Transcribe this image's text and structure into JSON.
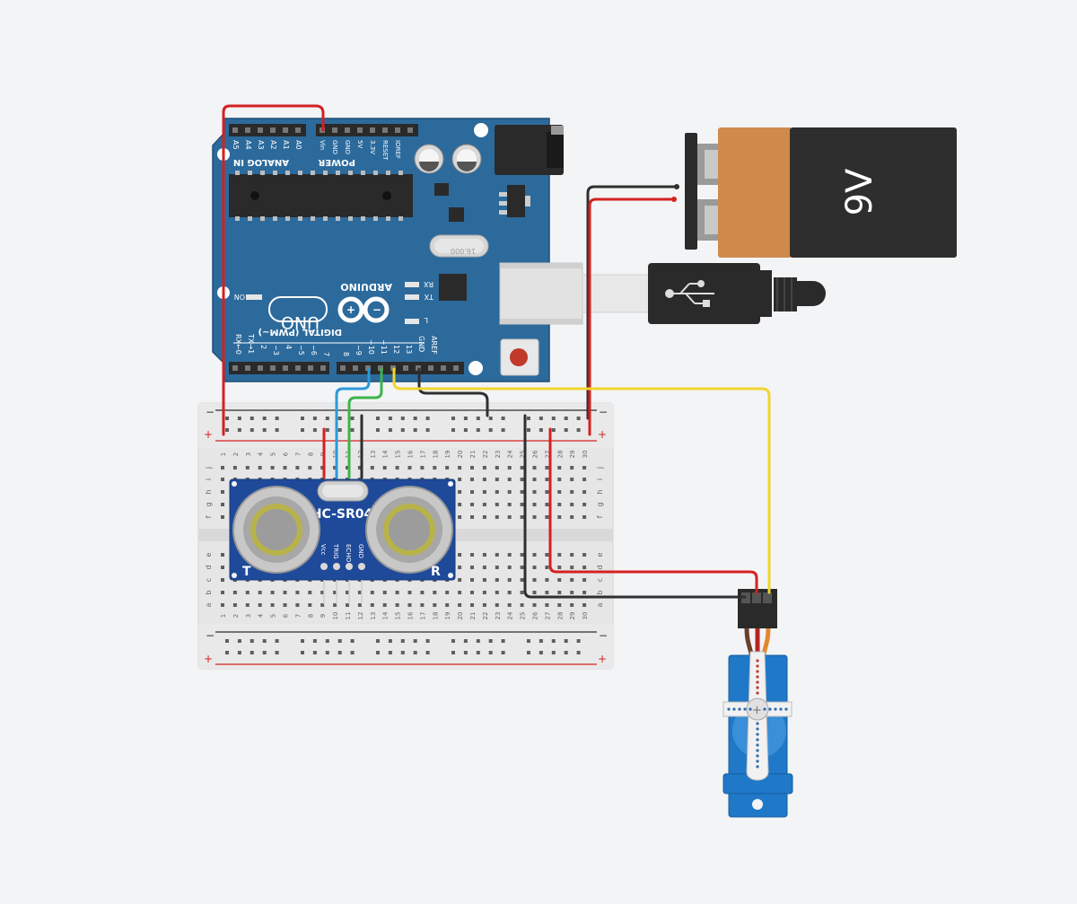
{
  "arduino": {
    "brand": "ARDUINO",
    "model": "UNO",
    "on_label": "ON",
    "rx_label": "RX",
    "tx_label": "TX",
    "l_label": "L",
    "analog_header": "ANALOG IN",
    "power_header": "POWER",
    "digital_header": "DIGITAL (PWM~)",
    "crystal_label": "16.000",
    "analog_pins": [
      "A5",
      "A4",
      "A3",
      "A2",
      "A1",
      "A0"
    ],
    "power_pins": [
      "Vin",
      "GND",
      "GND",
      "5V",
      "3.3V",
      "RESET",
      "IOREF"
    ],
    "digital_pins": [
      "RX←0",
      "TX→1",
      "2",
      "~3",
      "4",
      "~5",
      "~6",
      "7",
      "8",
      "~9",
      "~10",
      "~11",
      "12",
      "13",
      "GND",
      "AREF"
    ]
  },
  "battery": {
    "label": "9V"
  },
  "sensor": {
    "label": "HC-SR04",
    "left_mark": "T",
    "right_mark": "R",
    "pins": [
      "Vcc",
      "TRIG",
      "ECHO",
      "GND"
    ]
  },
  "breadboard": {
    "columns": [
      "1",
      "2",
      "3",
      "4",
      "5",
      "6",
      "7",
      "8",
      "9",
      "10",
      "11",
      "12",
      "13",
      "14",
      "15",
      "16",
      "17",
      "18",
      "19",
      "20",
      "21",
      "22",
      "23",
      "24",
      "25",
      "26",
      "27",
      "28",
      "29",
      "30"
    ],
    "rows_top": [
      "j",
      "i",
      "h",
      "g",
      "f"
    ],
    "rows_bottom": [
      "e",
      "d",
      "c",
      "b",
      "a"
    ],
    "rail_minus": "−",
    "rail_plus": "+"
  },
  "colors": {
    "background": "#f3f4f6",
    "board": "#2c6a9c",
    "wire_red": "#d42121",
    "wire_black": "#2f2f2f",
    "wire_yellow": "#f1d52e",
    "wire_blue": "#2b9ad8",
    "wire_green": "#3cb54a",
    "battery_orange": "#cf8a4c",
    "battery_body": "#2e2e2e",
    "sensor_pcb": "#1f4a9a",
    "servo_blue": "#1f78c8"
  }
}
